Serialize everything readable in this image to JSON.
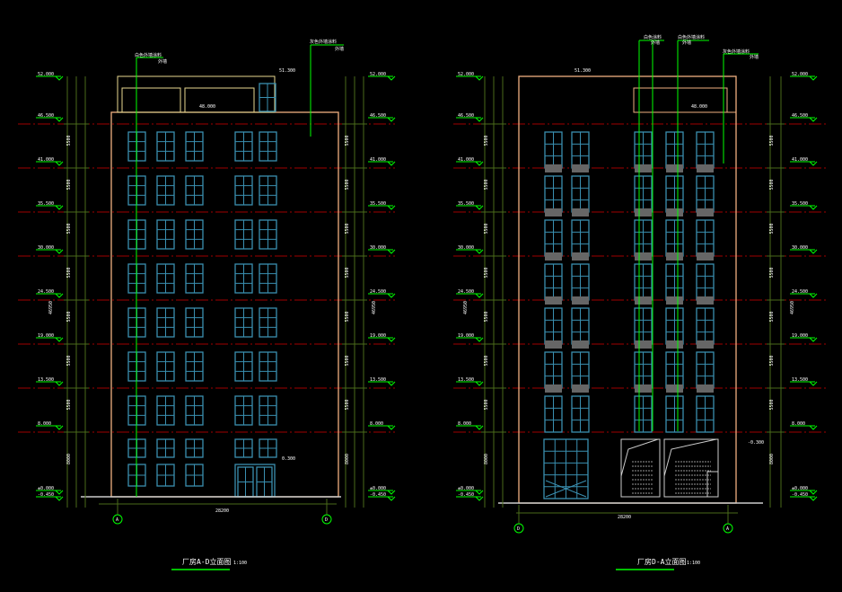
{
  "drawings": [
    {
      "title": "厂房A-D立面图",
      "scale": "1:100",
      "grid_left": "A",
      "grid_right": "D",
      "total_dim": "28200",
      "notes": [
        "白色外墙涂料",
        "外墙",
        "灰色外墙涂料",
        "外墙"
      ],
      "roof_levels": [
        "51.300",
        "48.000"
      ],
      "entrance_level": "0.300"
    },
    {
      "title": "厂房D-A立面图",
      "scale": "1:100",
      "grid_left": "D",
      "grid_right": "A",
      "total_dim": "28200",
      "notes": [
        "白色涂料",
        "外墙",
        "白色外墙涂料",
        "外墙",
        "灰色外墙涂料",
        "外墙"
      ],
      "roof_levels": [
        "51.300",
        "48.000"
      ],
      "side_level": "-0.300"
    }
  ],
  "levels": [
    "52.000",
    "46.500",
    "41.000",
    "35.500",
    "30.000",
    "24.500",
    "19.000",
    "13.500",
    "8.000",
    "±0.000",
    "-0.450"
  ],
  "floor_dims": [
    "5500",
    "5500",
    "5500",
    "5500",
    "5500",
    "5500",
    "5500",
    "8000"
  ],
  "total_height": "46950",
  "colors": {
    "wall": "#f0b080",
    "window": "#3a8fb0",
    "axis": "#a00000",
    "leader": "#00ff00",
    "dim": "#4a6a1a",
    "band": "#666666"
  }
}
